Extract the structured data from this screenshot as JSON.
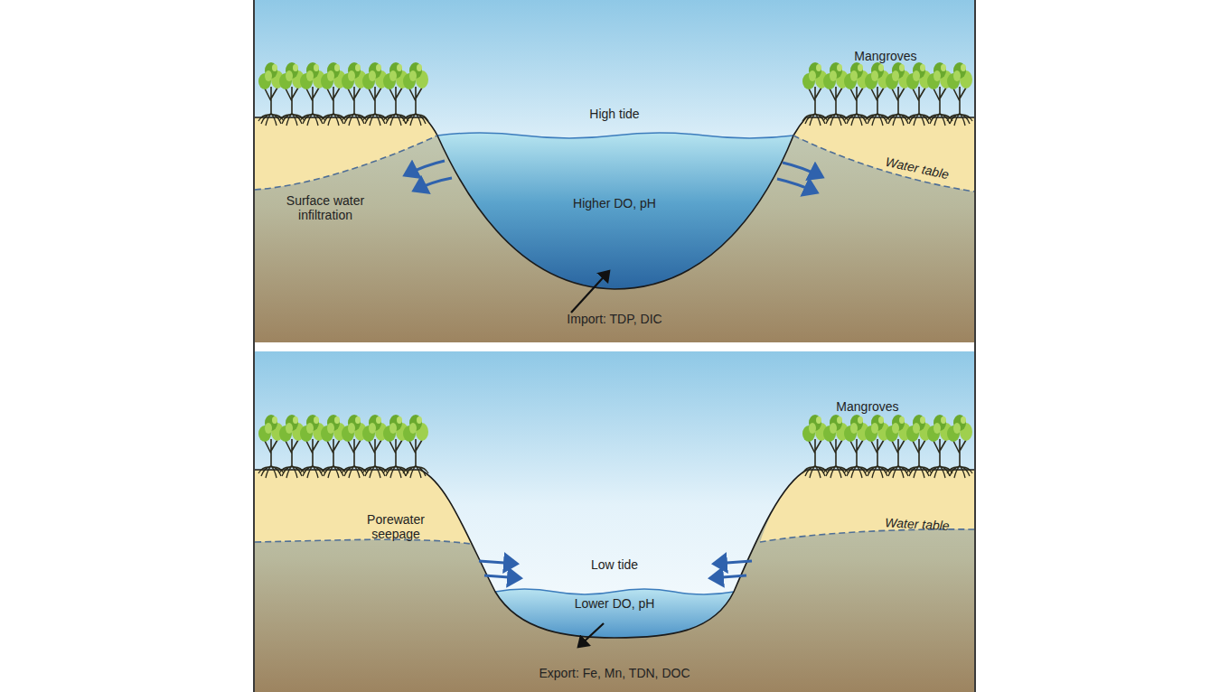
{
  "diagram": {
    "labels": [
      "Mangroves",
      "High tide",
      "Water table",
      "Surface water infiltration",
      "Higher DO, pH",
      "Import: TDP, DIC",
      "Mangroves",
      "Water table",
      "Porewater seepage",
      "Low tide",
      "Lower DO, pH",
      "Export: Fe, Mn, TDN, DOC"
    ]
  }
}
